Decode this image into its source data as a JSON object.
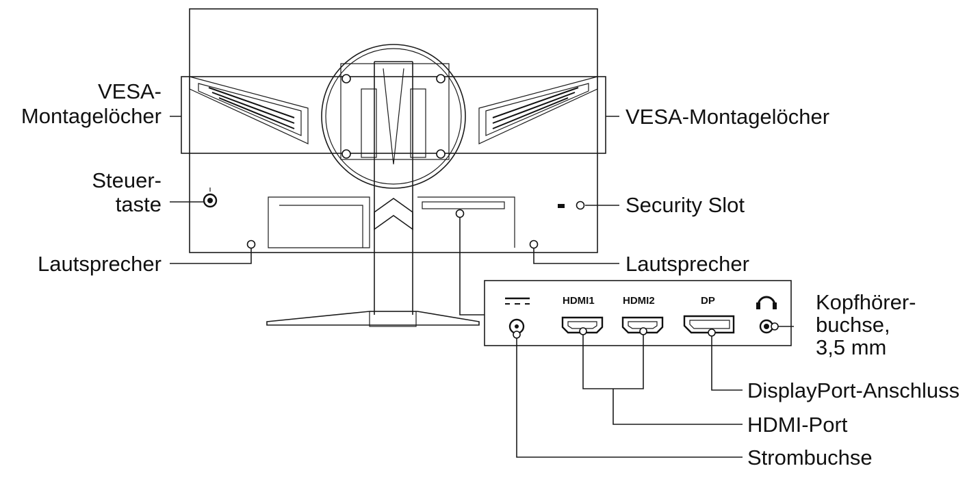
{
  "labels": {
    "vesa_left_1": "VESA-",
    "vesa_left_2": "Montagelöcher",
    "vesa_right": "VESA-Montagelöcher",
    "control_1": "Steuer-",
    "control_2": "taste",
    "security": "Security Slot",
    "speaker_left": "Lautsprecher",
    "speaker_right": "Lautsprecher",
    "headphone_1": "Kopfhörer-",
    "headphone_2": "buchse,",
    "headphone_3": "3,5 mm",
    "displayport": "DisplayPort-Anschluss",
    "hdmi": "HDMI-Port",
    "power": "Strombuchse"
  },
  "ports": {
    "hdmi1": "HDMI1",
    "hdmi2": "HDMI2",
    "dp": "DP"
  },
  "icons": [
    "dc-power-icon",
    "headphone-icon",
    "lock-icon",
    "joystick-icon"
  ],
  "colors": {
    "line": "#111111",
    "background": "#ffffff"
  }
}
